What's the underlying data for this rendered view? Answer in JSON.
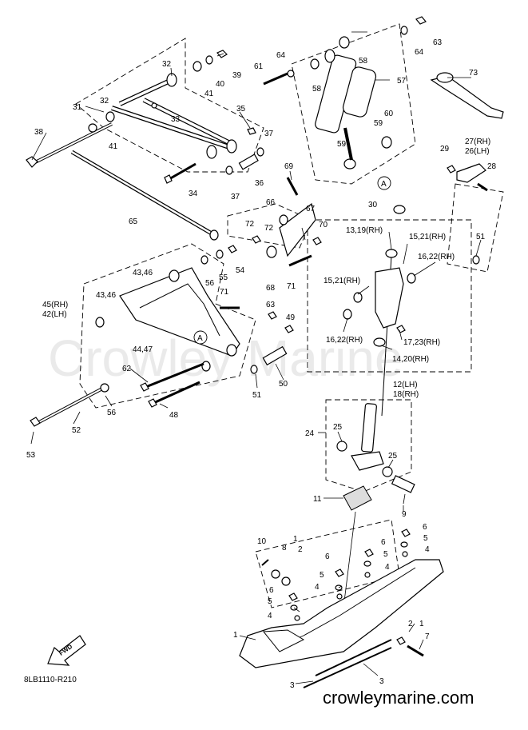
{
  "diagram": {
    "watermark": "Crowley Marine",
    "code": "8LB1110-R210",
    "site": "crowleymarine.com",
    "fwd": "FWD",
    "callouts": [
      "1",
      "2",
      "3",
      "4",
      "5",
      "6",
      "7",
      "8",
      "9",
      "10",
      "11",
      "12(LH)",
      "18(RH)",
      "13,19(RH)",
      "14,20(RH)",
      "15,21(RH)",
      "16,22(RH)",
      "17,23(RH)",
      "24",
      "25",
      "26(LH)",
      "27(RH)",
      "28",
      "29",
      "30",
      "31",
      "32",
      "33",
      "34",
      "35",
      "36",
      "37",
      "38",
      "39",
      "40",
      "41",
      "42(LH)",
      "43,46",
      "44,47",
      "45(RH)",
      "48",
      "49",
      "50",
      "51",
      "52",
      "53",
      "54",
      "55",
      "56",
      "57",
      "58",
      "59",
      "60",
      "61",
      "62",
      "63",
      "64",
      "65",
      "66",
      "67",
      "68",
      "69",
      "70",
      "71",
      "72",
      "73",
      "A"
    ]
  }
}
